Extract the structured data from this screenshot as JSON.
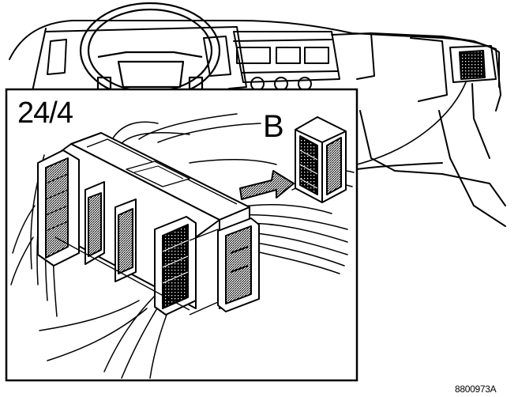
{
  "labels": {
    "module_id": "24/4",
    "connector_id": "B",
    "figure_ref": "8800973A"
  },
  "colors": {
    "ink": "#000000",
    "paper": "#ffffff"
  },
  "icons": {
    "dashboard": "dashboard-illustration",
    "steering_wheel": "steering-wheel-icon",
    "relay_module": "relay-module-illustration",
    "connector": "connector-b-illustration",
    "insert_arrow": "insert-arrow-icon"
  }
}
